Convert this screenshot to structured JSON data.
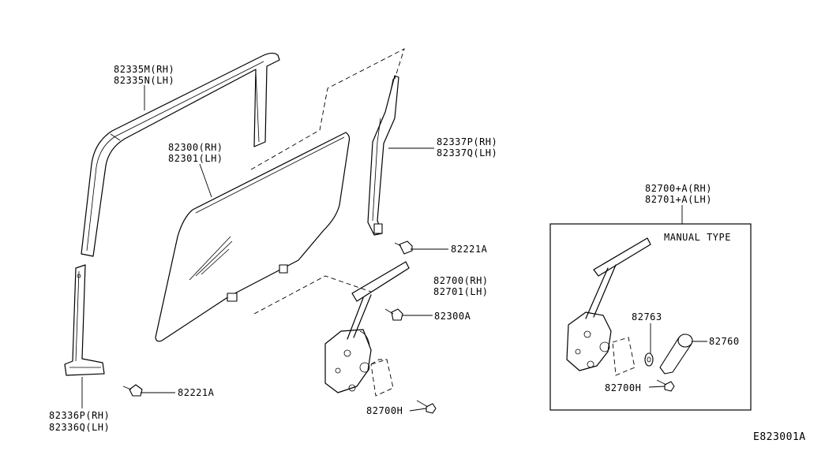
{
  "labels": {
    "sash_top": [
      "82335M(RH)",
      "82335N(LH)"
    ],
    "glass": [
      "82300(RH)",
      "82301(LH)"
    ],
    "sash_rear": [
      "82337P(RH)",
      "82337Q(LH)"
    ],
    "bolt_upper": "82221A",
    "regulator": [
      "82700(RH)",
      "82701(LH)"
    ],
    "bolt_reg": "82300A",
    "bolt_lower": "82221A",
    "sash_front_lower": [
      "82336P(RH)",
      "82336Q(LH)"
    ],
    "bolt_reg_bottom": "82700H",
    "manual_assembly": [
      "82700+A(RH)",
      "82701+A(LH)"
    ],
    "manual_type": "MANUAL TYPE",
    "washer": "82763",
    "handle": "82760",
    "manual_bolt": "82700H",
    "diagram_ref": "E823001A"
  }
}
